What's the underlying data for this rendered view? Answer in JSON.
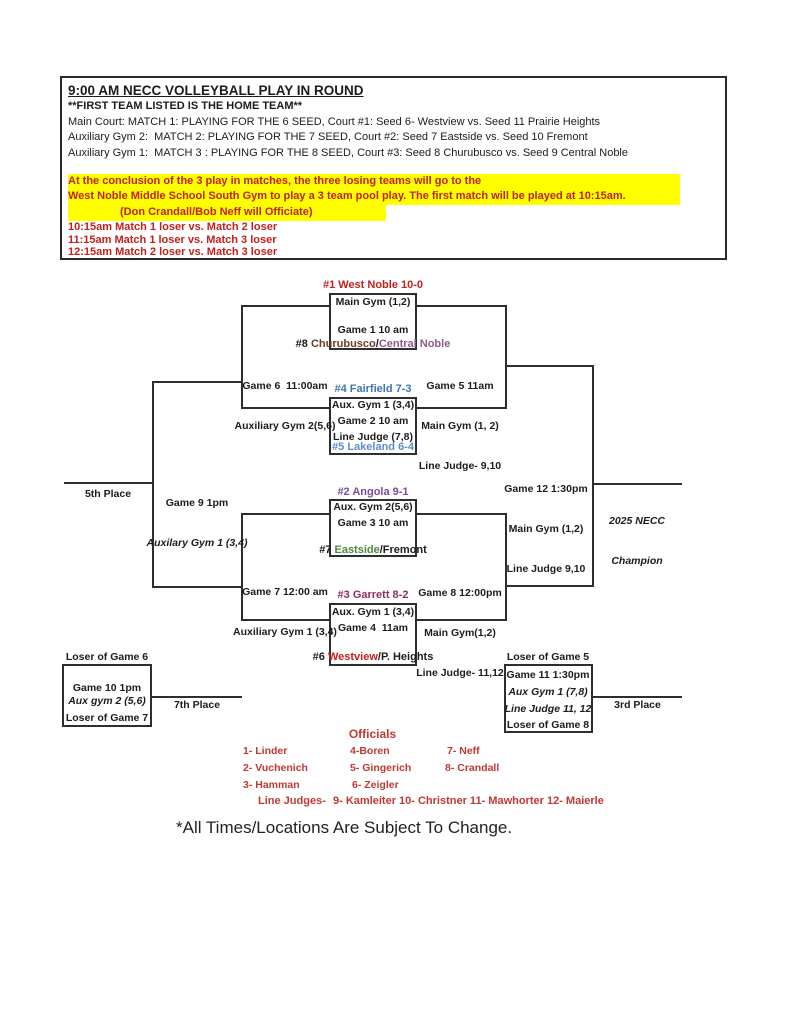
{
  "document": {
    "title": "9:00 AM NECC VOLLEYBALL PLAY IN ROUND",
    "home_team_note": "**FIRST TEAM LISTED IS THE HOME TEAM**",
    "court_lines": [
      "Main Court: MATCH 1: PLAYING FOR THE 6 SEED, Court #1: Seed 6- Westview vs. Seed 11 Prairie Heights",
      "Auxiliary Gym 2:  MATCH 2: PLAYING FOR THE 7 SEED, Court #2: Seed 7 Eastside vs. Seed 10 Fremont",
      "Auxiliary Gym 1:  MATCH 3 : PLAYING FOR THE 8 SEED, Court #3: Seed 8 Churubusco vs. Seed 9 Central Noble"
    ],
    "pool_play_notice": [
      "At the conclusion of the 3 play in matches, the three losing teams will go to the",
      "West Noble Middle School South Gym to play a 3 team pool play. The first match will be played at 10:15am.",
      "(Don Crandall/Bob Neff will Officiate)"
    ],
    "pool_schedule": [
      "10:15am Match 1 loser vs. Match 2 loser",
      "11:15am Match 1 loser vs. Match 3 loser",
      "12:15am Match 2 loser vs. Match 3 loser"
    ],
    "footer_note": "*All Times/Locations Are Subject To Change."
  },
  "bracket": {
    "seeds": {
      "s1": "#1 West Noble 10-0",
      "s2": "#2 Angola 9-1",
      "s3": "#3 Garrett 8-2",
      "s4": "#4 Fairfield 7-3",
      "s5": "#5 Lakeland 6-4",
      "s6": {
        "prefix": "#6 ",
        "a": "Westview",
        "sep": "/",
        "b": "P. Heights"
      },
      "s7": {
        "prefix": "#7 ",
        "a": "Eastside",
        "sep": "/",
        "b": "Fremont"
      },
      "s8": {
        "prefix": "#8 ",
        "a": "Churubusco",
        "sep": "/",
        "b": "Central Noble"
      }
    },
    "games": {
      "g1": {
        "venue": "Main Gym (1,2)",
        "game": "Game 1 10 am"
      },
      "g2": {
        "venue": "Aux. Gym 1 (3,4)",
        "game": "Game 2 10 am",
        "judge": "Line Judge (7,8)"
      },
      "g3": {
        "venue": "Aux. Gym 2(5,6)",
        "game": "Game 3 10 am"
      },
      "g4": {
        "venue": "Aux. Gym 1 (3,4)",
        "game": "Game 4  11am"
      },
      "g5": {
        "game": "Game 5 11am",
        "venue": "Main Gym (1, 2)",
        "judge": "Line Judge- 9,10"
      },
      "g6": {
        "game": "Game 6  11:00am",
        "venue": "Auxiliary Gym 2(5,6)"
      },
      "g7": {
        "game": "Game 7 12:00 am",
        "venue": "Auxiliary Gym 1 (3,4)"
      },
      "g8": {
        "game": "Game 8 12:00pm",
        "venue": "Main Gym(1,2)",
        "judge": "Line Judge- 11,12"
      },
      "g9": {
        "game": "Game 9 1pm",
        "venue": "Auxilary Gym 1 (3,4)"
      },
      "g10": {
        "top": "Loser of Game 6",
        "game": "Game 10 1pm",
        "venue": "Aux gym 2 (5,6)",
        "bottom": "Loser of Game 7"
      },
      "g11": {
        "top": "Loser of Game 5",
        "game": "Game 11 1:30pm",
        "venue": "Aux Gym 1 (7,8)",
        "judge": "Line Judge 11, 12",
        "bottom": "Loser of Game 8"
      },
      "g12": {
        "game": "Game 12 1:30pm",
        "venue": "Main Gym (1,2)",
        "judge": "Line Judge 9,10"
      }
    },
    "places": {
      "fifth": "5th Place",
      "seventh": "7th Place",
      "third": "3rd Place",
      "champion_line1": "2025 NECC",
      "champion_line2": "Champion"
    }
  },
  "officials": {
    "title": "Officials",
    "columns": [
      [
        "1- Linder",
        "2- Vuchenich",
        "3- Hamman"
      ],
      [
        "4-Boren",
        "5- Gingerich",
        "6- Zeigler"
      ],
      [
        "7- Neff",
        "8- Crandall"
      ]
    ],
    "line_judges_label": "Line Judges-",
    "line_judges": "9- Kamleiter 10- Christner 11- Mawhorter 12- Maierle"
  },
  "colors": {
    "red_text": "#c1211c",
    "highlight_yellow": "#ffff00",
    "fairfield_blue": "#3f74b4",
    "lakeland_blue": "#5d8cce",
    "angola_purple": "#7a4ba0",
    "garrett_plum": "#8b2f63",
    "churubusco_brown": "#6e3b1e",
    "central_noble_mauve": "#91588b",
    "eastside_green": "#4c8a3b",
    "line_color": "#2e2e2e"
  }
}
